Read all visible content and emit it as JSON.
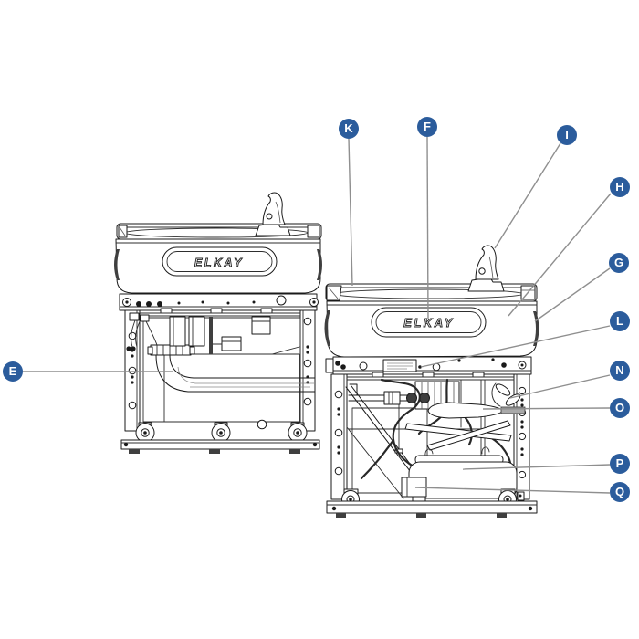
{
  "logos": {
    "left_unit": "ELKAY",
    "right_unit": "ELKAY"
  },
  "callouts": {
    "e": "E",
    "k": "K",
    "f": "F",
    "i": "I",
    "h": "H",
    "g": "G",
    "l": "L",
    "n": "N",
    "o": "O",
    "p": "P",
    "q": "Q"
  },
  "colors": {
    "callout_blue": "#2b5c9c",
    "leader_line_gray": "#8f8f8f",
    "artwork_line": "#1a1a1a",
    "background": "#ffffff"
  }
}
